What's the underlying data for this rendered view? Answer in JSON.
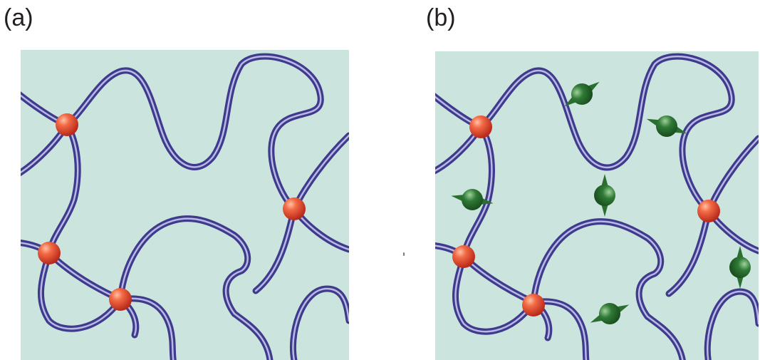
{
  "panels": [
    {
      "label": "(a)"
    },
    {
      "label": "(b)"
    }
  ],
  "colors": {
    "background": "#cbe5de",
    "chain_outer": "#3e3a8c",
    "chain_inner": "#b9b8e6",
    "crosslink": "#e8482c",
    "crosslink_highlight": "#ffb59a",
    "particle": "#2f7a36",
    "particle_dark": "#184a1d",
    "particle_highlight": "#9fd19a"
  },
  "icons": {
    "crosslink": "red-sphere-crosslink",
    "particle": "green-spiked-particle"
  }
}
